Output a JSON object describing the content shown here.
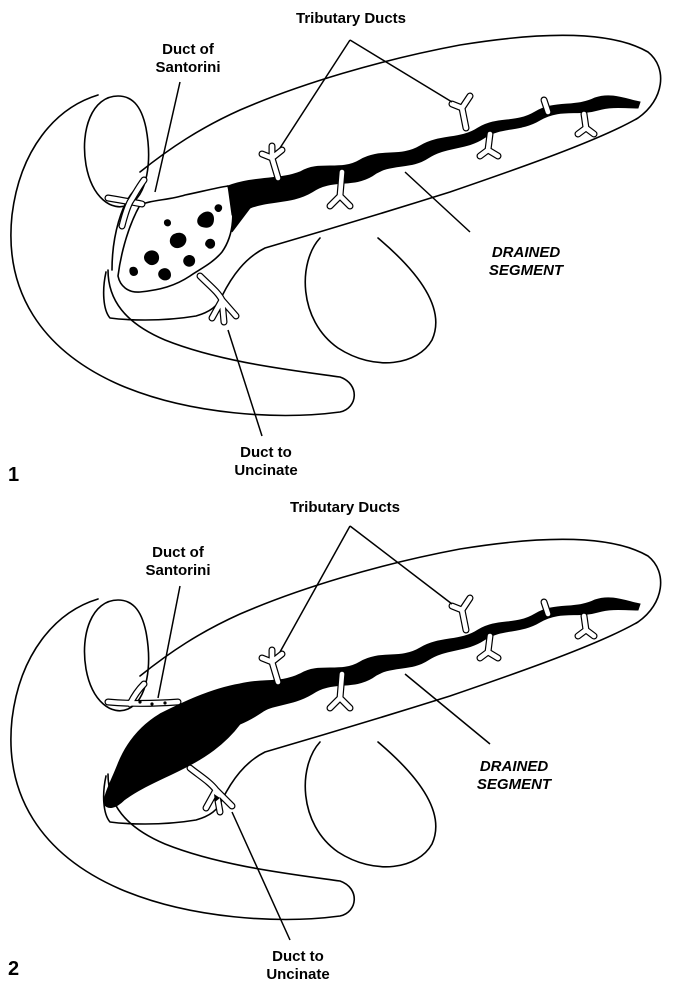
{
  "panels": [
    {
      "number": "1",
      "labels": {
        "tributary_ducts": "Tributary Ducts",
        "duct_of_santorini": [
          "Duct of",
          "Santorini"
        ],
        "drained_segment": [
          "DRAINED",
          "SEGMENT"
        ],
        "duct_to_uncinate": [
          "Duct to",
          "Uncinate"
        ]
      }
    },
    {
      "number": "2",
      "labels": {
        "tributary_ducts": "Tributary Ducts",
        "duct_of_santorini": [
          "Duct of",
          "Santorini"
        ],
        "drained_segment": [
          "DRAINED",
          "SEGMENT"
        ],
        "duct_to_uncinate": [
          "Duct to",
          "Uncinate"
        ]
      }
    }
  ]
}
